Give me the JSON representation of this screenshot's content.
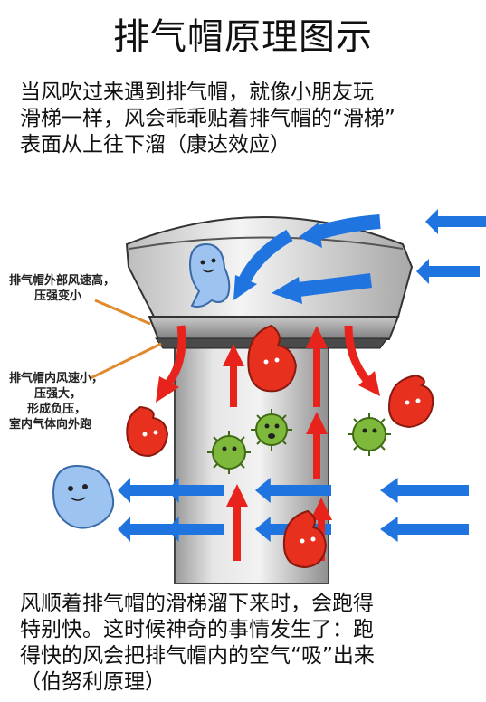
{
  "title": "排气帽原理图示",
  "intro": {
    "lines": [
      "当风吹过来遇到排气帽，就像小朋友玩",
      "滑梯一样，风会乖乖贴着排气帽的“滑梯”",
      "表面从上往下溜（康达效应）"
    ]
  },
  "labels": {
    "outer": [
      "排气帽外部风速高，",
      "压强变小"
    ],
    "inner": [
      "排气帽内风速小，",
      "压强大，",
      "形成负压，",
      "室内气体向外跑"
    ]
  },
  "outro": {
    "lines": [
      "风顺着排气帽的滑梯溜下来时，会跑得",
      "特别快。这时候神奇的事情发生了：跑",
      "得快的风会把排气帽内的空气“吸”出来",
      "（伯努利原理）"
    ]
  },
  "colors": {
    "wind_arrow": "#1f74e0",
    "airflow_arrow": "#e8231c",
    "leader_line": "#e08a2c",
    "cap_body": "#d9d9d9",
    "pipe_body": "#cfcfcf",
    "wind_character": "#9dc4f0",
    "hot_air_character": "#e8301f",
    "virus_character": "#7fb93c"
  },
  "icons": [
    "wind-arrow-icon",
    "airflow-arrow-icon",
    "wind-character-icon",
    "hot-air-character-icon",
    "virus-icon",
    "exhaust-cap-icon"
  ]
}
